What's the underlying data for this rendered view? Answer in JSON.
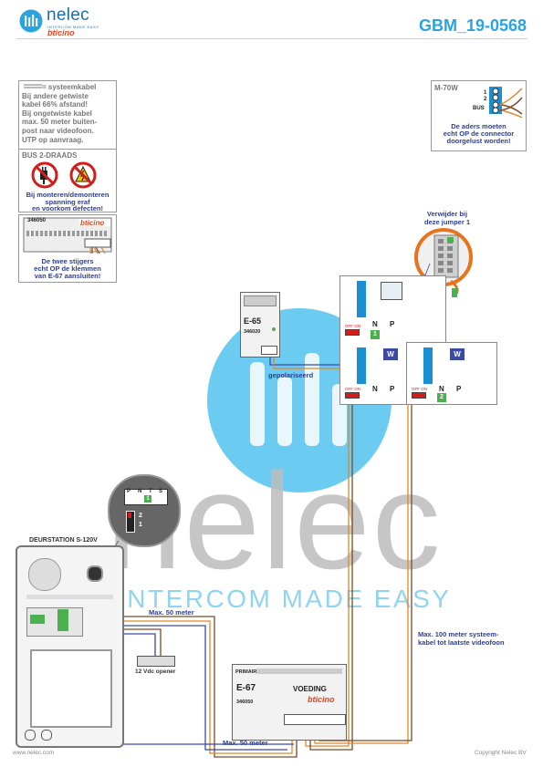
{
  "header": {
    "brand": "nelec",
    "tagline": "INTERCOM MADE EASY",
    "partner": "bticino",
    "doc_id": "GBM_19-0568"
  },
  "notes": {
    "system_cable": [
      "= systeemkabel",
      "Bij andere getwiste",
      "kabel 66% afstand!",
      "Bij ongetwiste kabel",
      "max. 50 meter buiten-",
      "post naar videofoon.",
      "UTP op aanvraag."
    ],
    "bus_title": "BUS 2-DRAADS",
    "bus_warning": [
      "Bij monteren/demonteren",
      "spanning eraf",
      "en voorkom defecten!"
    ],
    "riser_code": "346050",
    "riser_note": [
      "De twee stijgers",
      "echt OP de klemmen",
      "van E-67 aansluiten!"
    ],
    "m70w_title": "M-70W",
    "m70w_pins": [
      "1",
      "2",
      "BUS"
    ],
    "m70w_note": [
      "De aders moeten",
      "echt OP de connector",
      "doorgelust worden!"
    ],
    "jumper_note": [
      "Verwijder bij",
      "deze jumper 1"
    ]
  },
  "devices": {
    "e65": {
      "name": "E-65",
      "code": "346020"
    },
    "e67": {
      "name": "E-67",
      "label": "VOEDING",
      "code": "346050",
      "primary": "PRIMAIR"
    },
    "door_station": "DEURSTATION S-120V",
    "opener": "12 Vdc opener",
    "polarized": "gepolariseerd",
    "monitor_switch": "OFF ON",
    "monitor_keys": [
      "N",
      "P"
    ],
    "monitor_ids": [
      "1",
      "2"
    ],
    "monitor_w": "W",
    "switch_labels": [
      "P",
      "N",
      "T",
      "S"
    ],
    "switch_nums": [
      "2",
      "1"
    ]
  },
  "distances": {
    "door_to_bus": "Max. 50 meter",
    "door_to_psu": "Max. 50 meter",
    "system_max": [
      "Max. 100 meter systeem-",
      "kabel tot laatste videofoon"
    ]
  },
  "watermark": {
    "word": "nelec",
    "tagline": "INTERCOM MADE EASY"
  },
  "footer": {
    "website": "www.nelec.com",
    "copyright": "Copyright Nelec BV"
  },
  "colors": {
    "brand_blue": "#1c6fa9",
    "accent_cyan": "#2aa3e0",
    "note_blue": "#2e3f8f",
    "bus_orange": "#e0882a",
    "bus_brown": "#7b4a2a"
  }
}
